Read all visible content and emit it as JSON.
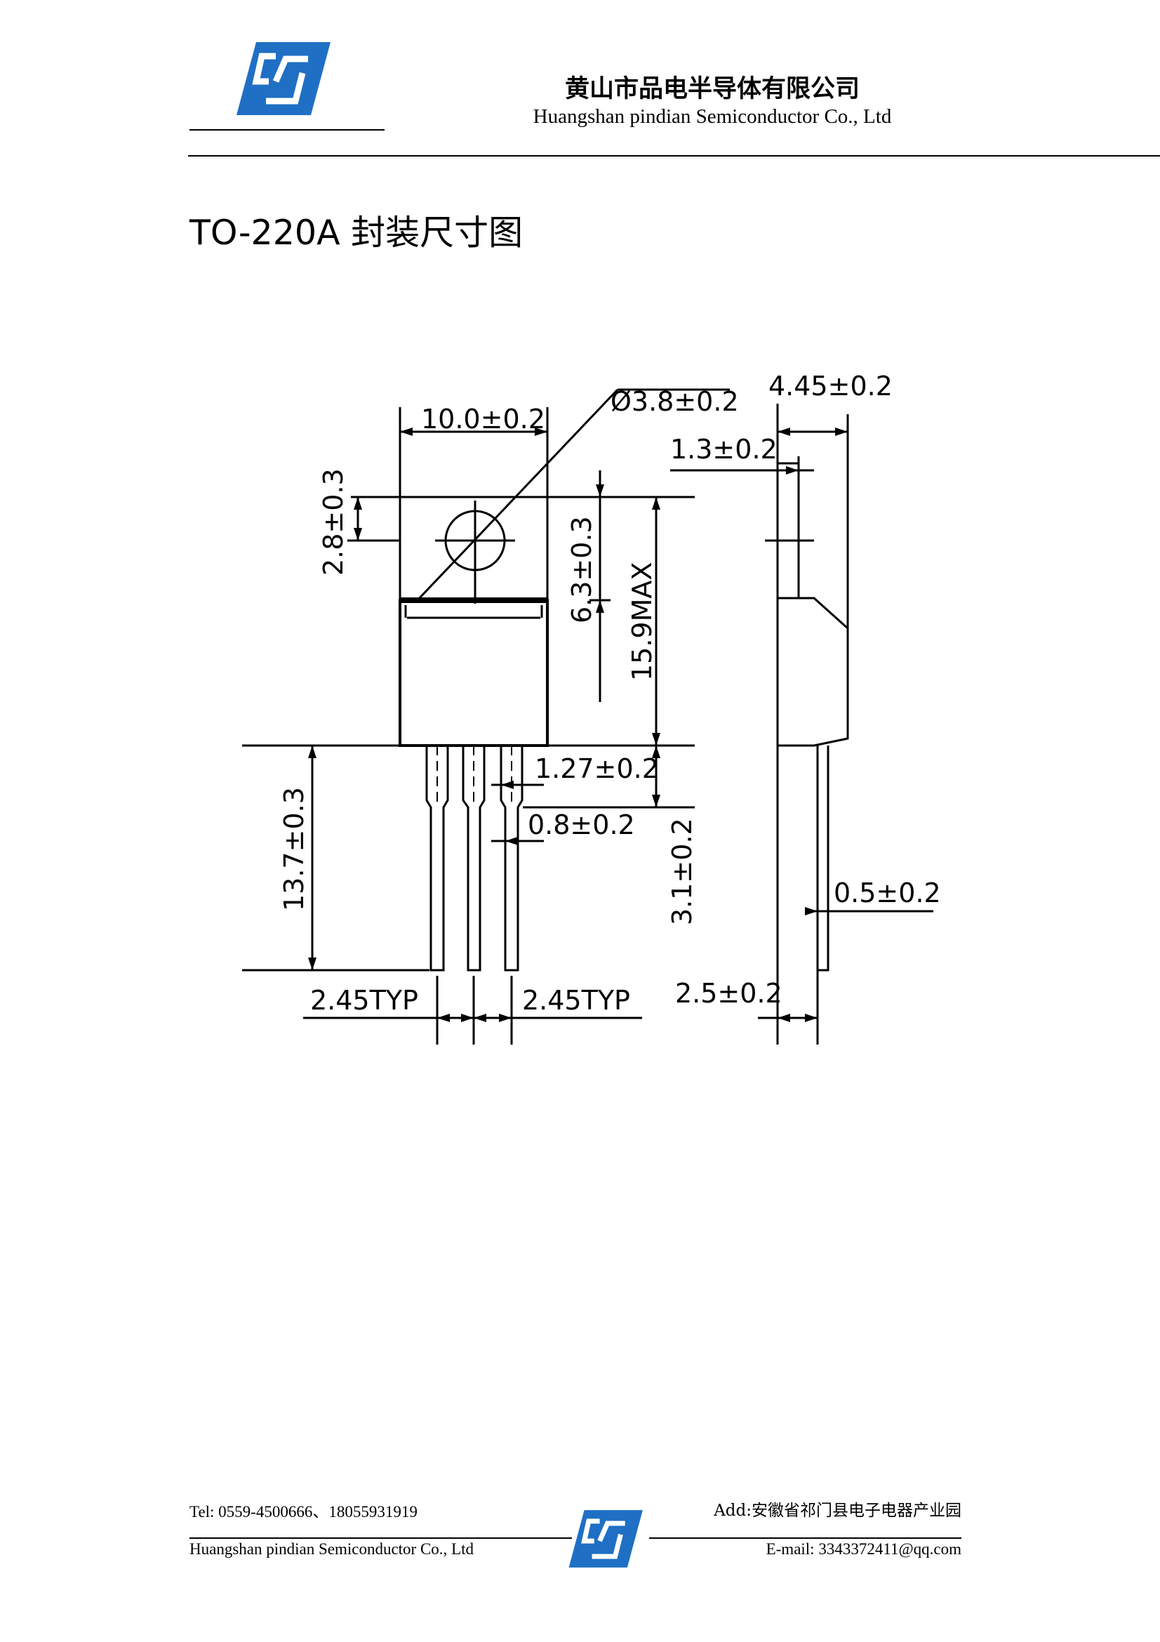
{
  "header": {
    "company_cn": "黄山市品电半导体有限公司",
    "company_en": "Huangshan  pindian Semiconductor Co., Ltd"
  },
  "title": "TO-220A 封装尺寸图",
  "drawing": {
    "width": "10.0±0.2",
    "hole_dia": "Ø3.8±0.2",
    "side_thickness": "4.45±0.2",
    "tab_thickness": "1.3±0.2",
    "tab_to_hole": "2.8±0.3",
    "hole_to_body": "6.3±0.3",
    "overall_height": "15.9MAX",
    "lead_length": "13.7±0.3",
    "lead_width_upper": "1.27±0.2",
    "lead_width": "0.8±0.2",
    "lead_shoulder": "3.1±0.2",
    "lead_thickness": "0.5±0.2",
    "pitch_left": "2.45TYP",
    "pitch_right": "2.45TYP",
    "lead_offset": "2.5±0.2"
  },
  "footer": {
    "tel": "Tel: 0559-4500666、18055931919",
    "company_en": "Huangshan  pindian Semiconductor Co., Ltd",
    "address": "Add:安徽省祁门县电子电器产业园",
    "email": "E-mail: 3343372411@qq.com"
  },
  "colors": {
    "logo_blue": "#1f6fc4",
    "ink": "#000000"
  },
  "icons": [
    "company-logo-icon"
  ]
}
